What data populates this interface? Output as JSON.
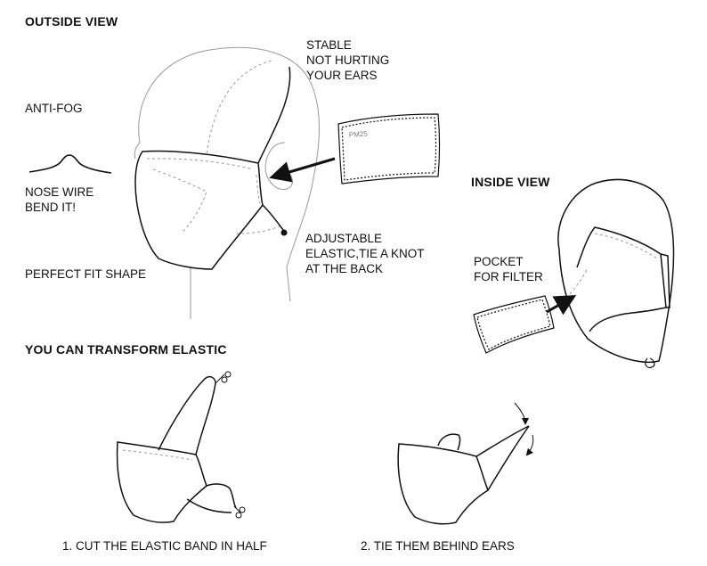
{
  "headings": {
    "outside_view": "OUTSIDE VIEW",
    "inside_view": "INSIDE VIEW",
    "transform": "YOU CAN TRANSFORM ELASTIC"
  },
  "labels": {
    "anti_fog": "ANTI-FOG",
    "nose_wire": "NOSE WIRE\nBEND IT!",
    "perfect_fit": "PERFECT FIT SHAPE",
    "stable": "STABLE\nNOT HURTING\nYOUR EARS",
    "adjustable": "ADJUSTABLE\nELASTIC,TIE A KNOT\nAT THE BACK",
    "pocket": "POCKET\nFOR FILTER",
    "filter_tag": "PM25"
  },
  "steps": [
    "1. CUT THE ELASTIC BAND IN HALF",
    "2. TIE THEM BEHIND EARS"
  ]
}
